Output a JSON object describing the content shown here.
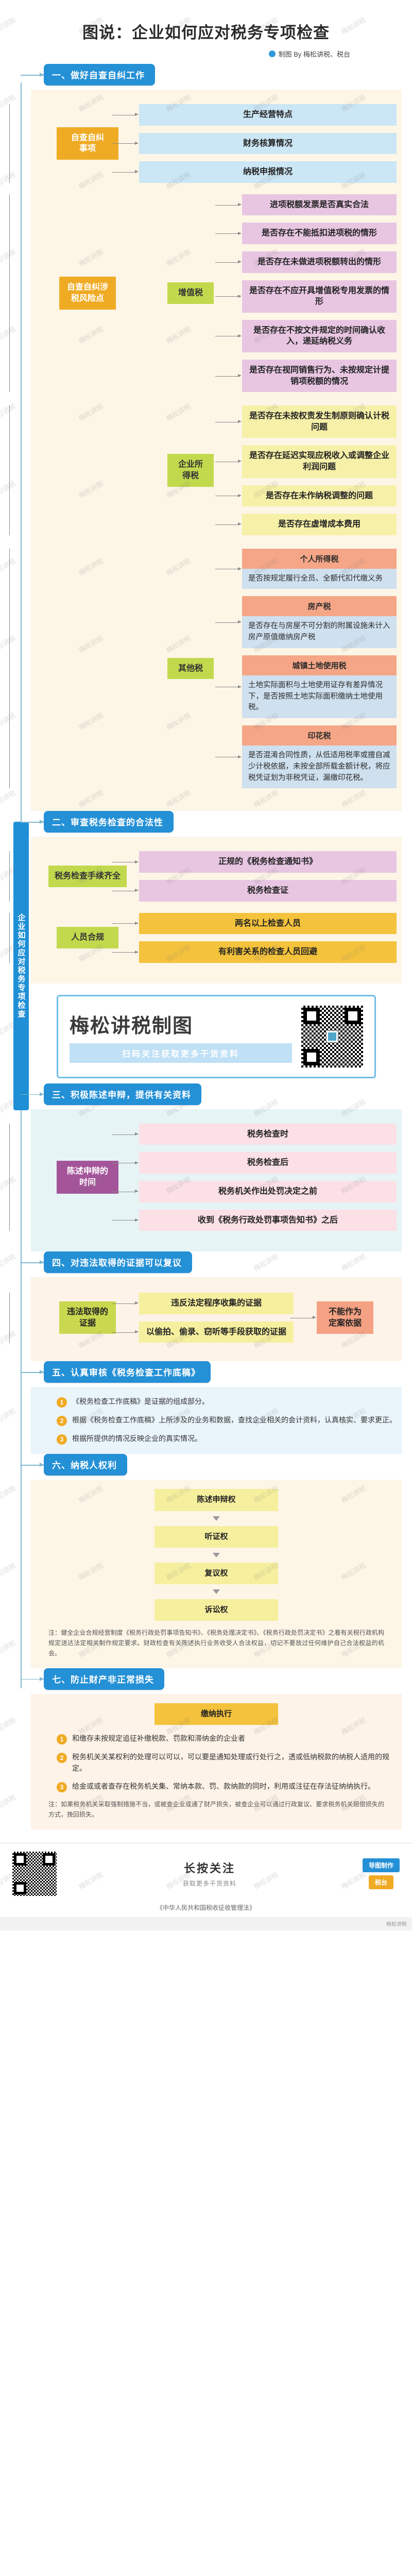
{
  "header": {
    "title": "图说：企业如何应对税务专项检查",
    "credit": "制图 By 梅松讲税、税台",
    "dot_color": "#2f9ada"
  },
  "spine_label": "企业如何应对税务专项检查",
  "watermark_text": "梅松讲税",
  "sections": [
    {
      "id": "s1",
      "heading": "一、做好自查自纠工作",
      "groups": [
        {
          "parent": "自查自纠\n事项",
          "parent_style": "n-orange",
          "children": [
            {
              "label": "生产经营特点",
              "style": "n-blue"
            },
            {
              "label": "财务核算情况",
              "style": "n-blue"
            },
            {
              "label": "纳税申报情况",
              "style": "n-blue"
            }
          ]
        },
        {
          "parent": "自查自纠涉\n税风险点",
          "parent_style": "n-orange",
          "subgroups": [
            {
              "label": "增值税",
              "style": "n-green",
              "children": [
                {
                  "label": "进项税额发票是否真实合法",
                  "style": "n-pink"
                },
                {
                  "label": "是否存在不能抵扣进项税的情形",
                  "style": "n-pink"
                },
                {
                  "label": "是否存在未做进项税额转出的情形",
                  "style": "n-pink"
                },
                {
                  "label": "是否存在不应开具增值税专用发票的情形",
                  "style": "n-pink"
                },
                {
                  "label": "是否存在不按文件规定的时间确认收入，递延纳税义务",
                  "style": "n-pink"
                },
                {
                  "label": "是否存在视同销售行为、未按规定计提销项税额的情况",
                  "style": "n-pink"
                }
              ]
            },
            {
              "label": "企业所\n得税",
              "style": "n-green",
              "children": [
                {
                  "label": "是否存在未按权责发生制原则确认计税问题",
                  "style": "n-yellow"
                },
                {
                  "label": "是否存在延迟实现应税收入或调整企业利润问题",
                  "style": "n-yellow"
                },
                {
                  "label": "是否存在未作纳税调整的问题",
                  "style": "n-yellow"
                },
                {
                  "label": "是否存在虚增成本费用",
                  "style": "n-yellow"
                }
              ]
            },
            {
              "label": "其他税",
              "style": "n-green",
              "cards": [
                {
                  "head": "个人所得税",
                  "body": "是否按规定履行全员、全额代扣代缴义务"
                },
                {
                  "head": "房产税",
                  "body": "是否存在与房屋不可分割的附属设施未计入房产原值缴纳房产税"
                },
                {
                  "head": "城镇土地使用税",
                  "body": "土地实际面积与土地使用证存有差异情况下，是否按照土地实际面积缴纳土地使用税。"
                },
                {
                  "head": "印花税",
                  "body": "是否混淆合同性质，从低适用税率或擅自减少计税依据，未按全部所载金额计税，将应税凭证划为非税凭证，漏缴印花税。"
                }
              ]
            }
          ]
        }
      ]
    },
    {
      "id": "s2",
      "heading": "二、审查税务检查的合法性",
      "groups": [
        {
          "parent": "税务检查手续齐全",
          "parent_style": "n-green",
          "children": [
            {
              "label": "正规的《税务检查通知书》",
              "style": "n-pink"
            },
            {
              "label": "税务检查证",
              "style": "n-pink"
            }
          ]
        },
        {
          "parent": "人员合规",
          "parent_style": "n-green",
          "children": [
            {
              "label": "两名以上检查人员",
              "style": "n-amber"
            },
            {
              "label": "有利害关系的检查人员回避",
              "style": "n-amber"
            }
          ]
        }
      ]
    },
    {
      "id": "s3",
      "heading": "三、积极陈述申辩，提供有关资料",
      "groups": [
        {
          "parent": "陈述申辩的\n时间",
          "parent_style": "n-purple",
          "children": [
            {
              "label": "税务检查时",
              "style": "n-pinkl"
            },
            {
              "label": "税务检查后",
              "style": "n-pinkl"
            },
            {
              "label": "税务机关作出处罚决定之前",
              "style": "n-pinkl"
            },
            {
              "label": "收到《税务行政处罚事项告知书》之后",
              "style": "n-pinkl"
            }
          ]
        }
      ]
    },
    {
      "id": "s4",
      "heading": "四、对违法取得的证据可以复议",
      "evidence": {
        "parent": "违法取得的\n证据",
        "parent_style": "n-olive",
        "children": [
          {
            "label": "违反法定程序收集的证据",
            "style": "n-yellowl"
          },
          {
            "label": "以偷拍、偷录、窃听等手段获取的证据",
            "style": "n-yellowl"
          }
        ],
        "result": {
          "label": "不能作为\n定案依据",
          "style": "n-coral"
        }
      }
    },
    {
      "id": "s5",
      "heading": "五、认真审核《税务检查工作底稿》",
      "items": [
        "《税务检查工作底稿》是证据的组成部分。",
        "根据《税务检查工作底稿》上所涉及的业务和数据，查找企业相关的会计资料，认真核实、要求更正。",
        "根据所提供的情况反映企业的真实情况。"
      ]
    },
    {
      "id": "s6",
      "heading": "六、纳税人权利",
      "flow": [
        {
          "label": "陈述申辩权",
          "style": "n-yellowl"
        },
        {
          "label": "听证权",
          "style": "n-yellowl"
        },
        {
          "label": "复议权",
          "style": "n-yellowl"
        },
        {
          "label": "诉讼权",
          "style": "n-yellowl"
        }
      ],
      "note": "注：健全企业合规经营制度《税务行政处罚事项告知书》、《税务处理决定书》、《税务行政处罚决定书》之看有关税行政机构规定送达法定相关制作规定要求。财政检查有关陈述执行业务收受人合法权益，切记不要放过任何维护自己合法权益的机会。"
    },
    {
      "id": "s7",
      "heading": "七、防止财产非正常损失",
      "flow": [
        {
          "label": "缴纳执行",
          "style": "n-amber"
        }
      ],
      "points": [
        "和缴存未按规定追征补缴税款、罚款和滞纳金的企业者",
        "税务机关关某权利的处理可以可以，可以要是通知处理或行处行之，透或低纳税款的纳税人适用的规定。",
        "给金或或者查存在税务机关集、常纳本款、罚、款纳款的同时，利用或注征在存法征纳纳执行。"
      ],
      "note": "注：如果税务机关采取强制措施不当，或被查企业或通了财产损失，被查企业可以通过行政复议、要求税务机关赔偿损失的方式，挽回损失。"
    }
  ],
  "brand": {
    "title": "梅松讲税制图",
    "subtitle": "扫码关注获取更多干货资料",
    "qr_name": "brand-qr-code"
  },
  "footer": {
    "qr_label": "footer-qr-code",
    "center_title": "长按关注",
    "center_sub": "获取更多干货资料",
    "buttons": [
      {
        "label": "导图制作"
      },
      {
        "label": "税台"
      }
    ],
    "legal": "《中华人民共和国税收征收管理法》",
    "tail": "梅松讲税"
  }
}
